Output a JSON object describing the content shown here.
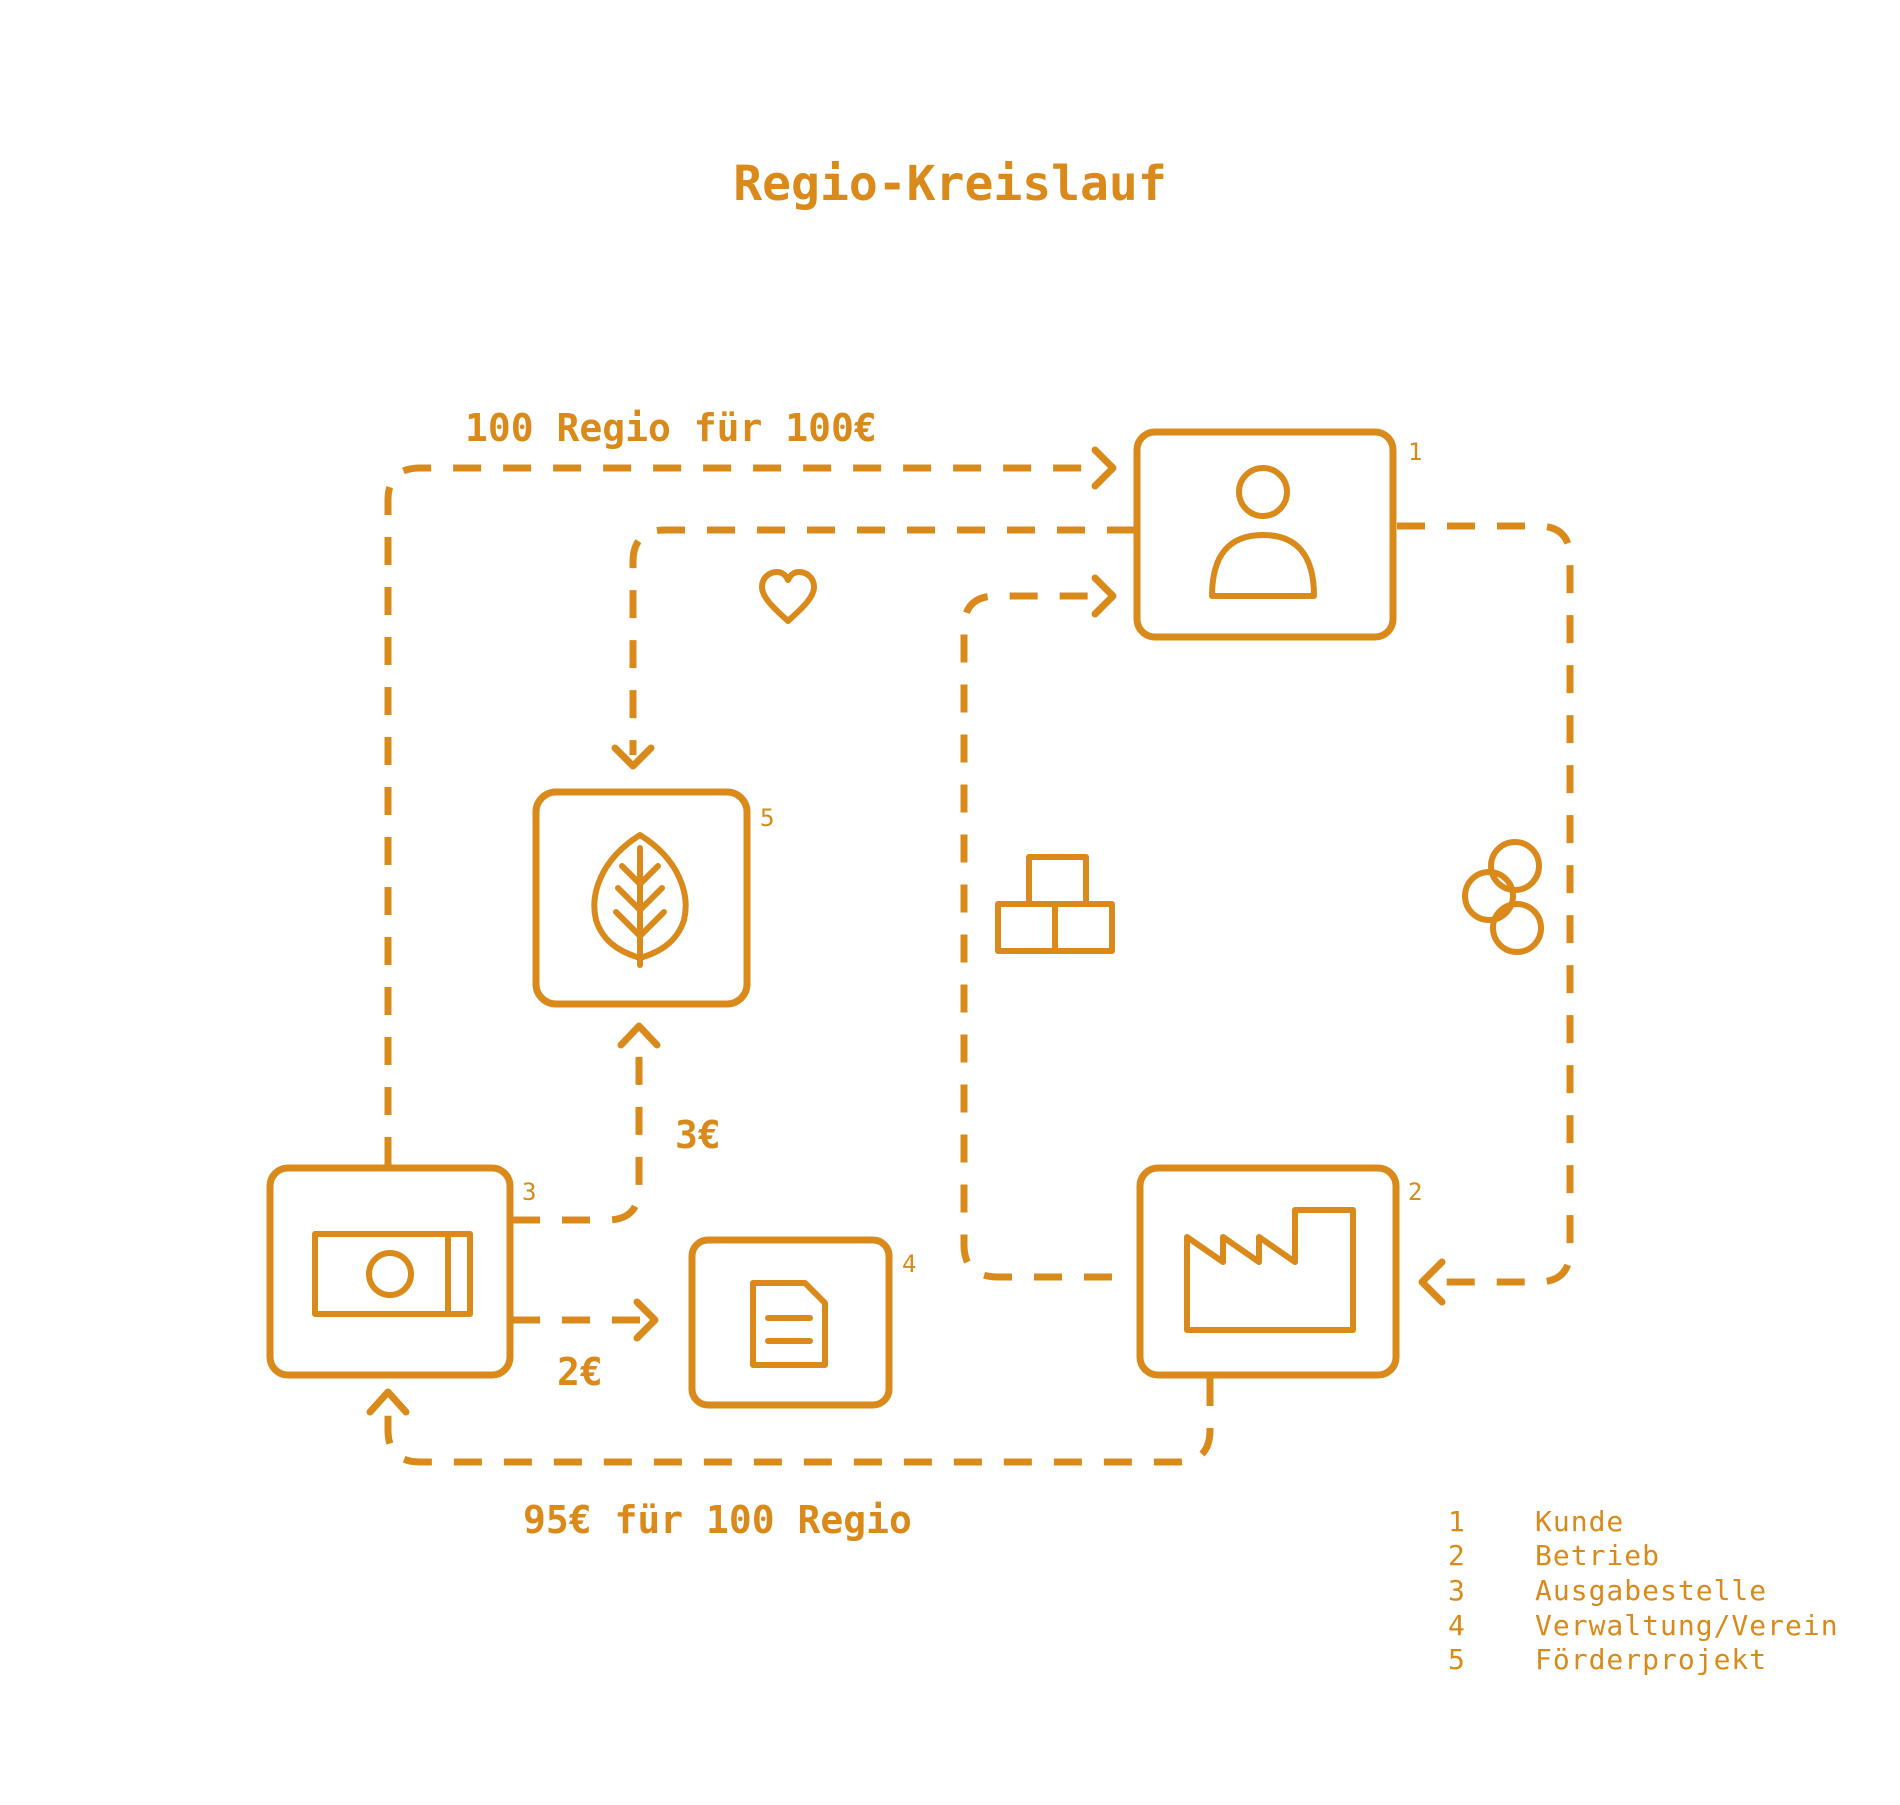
{
  "title": "Regio-Kreislauf",
  "flows": {
    "buy": "100 Regio für 100€",
    "exchange": "95€ für 100 Regio",
    "donation": "3€",
    "admin": "2€"
  },
  "nodes": {
    "kunde": {
      "number": "1",
      "icon": "person-icon"
    },
    "betrieb": {
      "number": "2",
      "icon": "factory-icon"
    },
    "ausgabestelle": {
      "number": "3",
      "icon": "banknote-icon"
    },
    "verwaltung": {
      "number": "4",
      "icon": "document-icon"
    },
    "foerderprojekt": {
      "number": "5",
      "icon": "leaf-icon"
    }
  },
  "flow_icons": [
    "heart-icon",
    "boxes-icon",
    "coins-icon"
  ],
  "legend": [
    {
      "number": "1",
      "label": "Kunde"
    },
    {
      "number": "2",
      "label": "Betrieb"
    },
    {
      "number": "3",
      "label": "Ausgabestelle"
    },
    {
      "number": "4",
      "label": "Verwaltung/Verein"
    },
    {
      "number": "5",
      "label": "Förderprojekt"
    }
  ],
  "colors": {
    "accent": "#D98A1B",
    "background": "#ffffff"
  }
}
